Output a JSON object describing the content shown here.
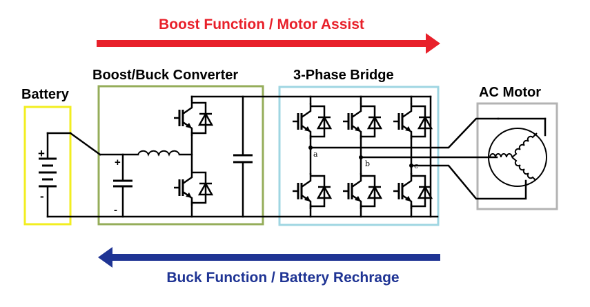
{
  "arrows": {
    "boost": {
      "label": "Boost Function / Motor Assist",
      "color": "#e8202a"
    },
    "buck": {
      "label": "Buck Function / Battery Rechrage",
      "color": "#1f3494"
    }
  },
  "blocks": {
    "battery": {
      "label": "Battery",
      "color": "#f2ee20"
    },
    "converter": {
      "label": "Boost/Buck Converter",
      "color": "#95ad5a"
    },
    "bridge": {
      "label": "3-Phase Bridge",
      "color": "#9fd6e2"
    },
    "motor": {
      "label": "AC Motor",
      "color": "#b3b3b3"
    }
  },
  "polarity": {
    "battery_plus": "+",
    "battery_minus": "-",
    "cap_plus": "+",
    "cap_minus": "-"
  },
  "nodes": {
    "a": "a",
    "b": "b",
    "c": "c"
  }
}
